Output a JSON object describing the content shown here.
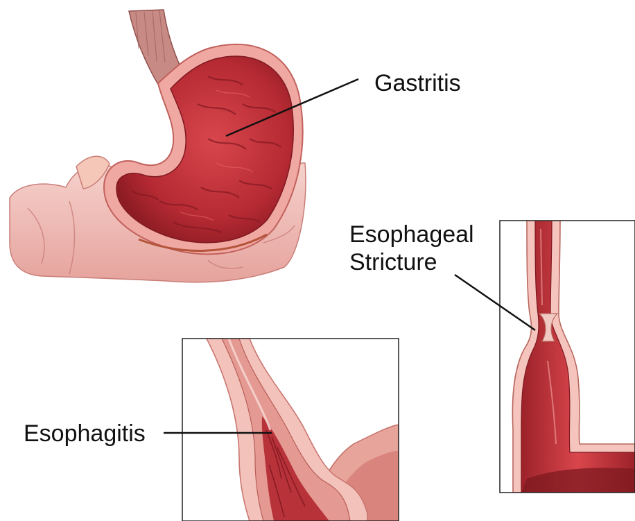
{
  "labels": {
    "gastritis": "Gastritis",
    "stricture_line1": "Esophageal",
    "stricture_line2": "Stricture",
    "esophagitis": "Esophagitis"
  },
  "colors": {
    "mucosa": "#c0303a",
    "mucosa_dark": "#8e1c24",
    "wall": "#f3b9b3",
    "wall_edge": "#d9827c",
    "intestine": "#f1c4bf",
    "leader_line": "#111111",
    "frame": "#222222"
  }
}
